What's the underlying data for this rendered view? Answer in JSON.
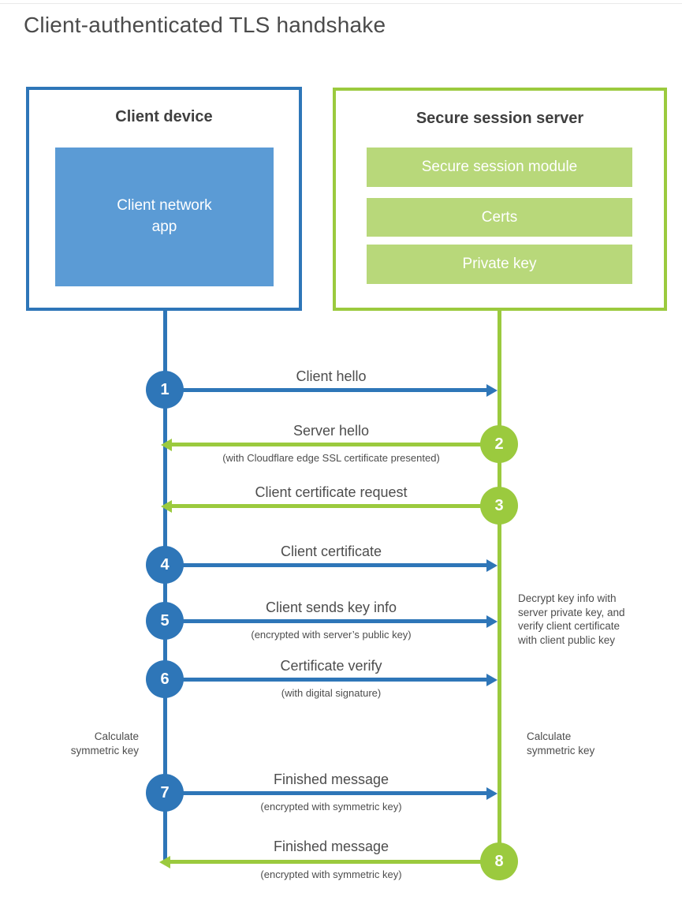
{
  "title": "Client-authenticated TLS handshake",
  "colors": {
    "client_blue": "#2e76b8",
    "client_blue_fill": "#5b9bd5",
    "server_green": "#9bca3e",
    "server_green_fill": "#b8d87a",
    "heading_text": "#3f3f3f",
    "label_text": "#4d4d4d"
  },
  "client_box": {
    "title": "Client device",
    "app_label": "Client network app"
  },
  "server_box": {
    "title": "Secure session server",
    "modules": [
      "Secure session module",
      "Certs",
      "Private key"
    ]
  },
  "flow": {
    "steps": [
      {
        "num": "1",
        "label": "Client hello",
        "sub": "",
        "direction": "client-to-server"
      },
      {
        "num": "2",
        "label": "Server hello",
        "sub": "(with Cloudflare edge SSL certificate presented)",
        "direction": "server-to-client"
      },
      {
        "num": "3",
        "label": "Client certificate request",
        "sub": "",
        "direction": "server-to-client"
      },
      {
        "num": "4",
        "label": "Client certificate",
        "sub": "",
        "direction": "client-to-server"
      },
      {
        "num": "5",
        "label": "Client sends key info",
        "sub": "(encrypted with server’s public key)",
        "direction": "client-to-server"
      },
      {
        "num": "6",
        "label": "Certificate verify",
        "sub": "(with digital signature)",
        "direction": "client-to-server"
      },
      {
        "num": "7",
        "label": "Finished message",
        "sub": "(encrypted with symmetric key)",
        "direction": "client-to-server"
      },
      {
        "num": "8",
        "label": "Finished message",
        "sub": "(encrypted with symmetric key)",
        "direction": "server-to-client"
      }
    ]
  },
  "notes": {
    "decrypt_lines": [
      "Decrypt key info with",
      "server private key, and",
      "verify client certificate",
      "with client public key"
    ],
    "calculate_left_lines": [
      "Calculate",
      "symmetric key"
    ],
    "calculate_right_lines": [
      "Calculate",
      "symmetric key"
    ]
  }
}
